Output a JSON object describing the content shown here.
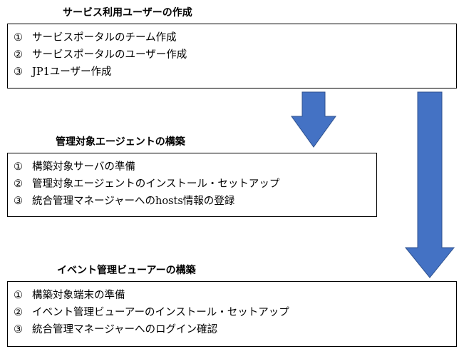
{
  "sections": [
    {
      "heading": "サービス利用ユーザーの作成",
      "items": [
        {
          "num": "①",
          "text": "サービスポータルのチーム作成"
        },
        {
          "num": "②",
          "text": "サービスポータルのユーザー作成"
        },
        {
          "num": "③",
          "text": "JP1ユーザー作成"
        }
      ]
    },
    {
      "heading": "管理対象エージェントの構築",
      "items": [
        {
          "num": "①",
          "text": "構築対象サーバの準備"
        },
        {
          "num": "②",
          "text": "管理対象エージェントのインストール・セットアップ"
        },
        {
          "num": "③",
          "text": "統合管理マネージャーへのhosts情報の登録"
        }
      ]
    },
    {
      "heading": "イベント管理ビューアーの構築",
      "items": [
        {
          "num": "①",
          "text": "構築対象端末の準備"
        },
        {
          "num": "②",
          "text": "イベント管理ビューアーのインストール・セットアップ"
        },
        {
          "num": "③",
          "text": "統合管理マネージャーへのログイン確認"
        }
      ]
    }
  ],
  "colors": {
    "arrow_fill": "#4472C4",
    "arrow_stroke": "#2F528F",
    "box_border": "#000000"
  }
}
